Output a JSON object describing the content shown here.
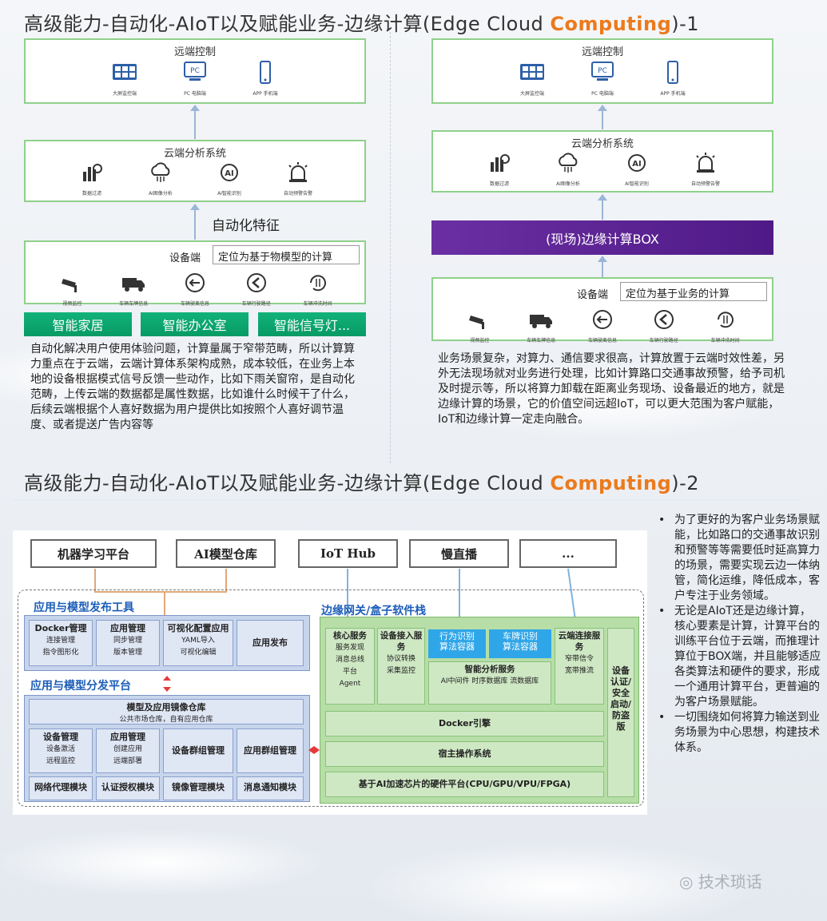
{
  "slide1": {
    "title_a": "高级能力-自动化-AIoT以及赋能业务-边缘计算(Edge Cloud ",
    "title_em": "Computing",
    "title_b": ")-1",
    "left": {
      "remote_title": "远端控制",
      "remote_icons": [
        {
          "icon": "monitor-wall-icon",
          "label": "大屏监控端"
        },
        {
          "icon": "pc-icon",
          "label": "PC 电脑端"
        },
        {
          "icon": "phone-icon",
          "label": "APP 手机端"
        }
      ],
      "cloud_title": "云端分析系统",
      "cloud_icons": [
        {
          "icon": "data-filter-icon",
          "label": "数据过滤"
        },
        {
          "icon": "ai-cloud-icon",
          "label": "AI图像分析"
        },
        {
          "icon": "ai-recognition-icon",
          "label": "AI智能识别"
        },
        {
          "icon": "alarm-icon",
          "label": "自动预警告警"
        }
      ],
      "feature_label": "自动化特征",
      "device_title": "设备端",
      "device_box": "定位为基于物模型的计算",
      "device_icons": [
        {
          "icon": "camera-icon",
          "label": "视频监控"
        },
        {
          "icon": "truck-icon",
          "label": "车辆车牌信息"
        },
        {
          "icon": "speed-icon",
          "label": "车辆驶离信息"
        },
        {
          "icon": "route-icon",
          "label": "车辆行驶路径"
        },
        {
          "icon": "rush-icon",
          "label": "车辆冲洗时间"
        }
      ],
      "scenarios": [
        "智能家居",
        "智能办公室",
        "智能信号灯..."
      ],
      "paragraph": "自动化解决用户使用体验问题，计算量属于窄带范畴，所以计算算力重点在于云端，云端计算体系架构成熟，成本较低，在业务上本地的设备根据模式信号反馈一些动作，比如下雨关窗帘，是自动化范畴，上传云端的数据都是属性数据，比如谁什么时候干了什么，后续云端根据个人喜好数据为用户提供比如按照个人喜好调节温度、或者提送广告内容等"
    },
    "right": {
      "remote_title": "远端控制",
      "remote_icons": [
        {
          "icon": "monitor-wall-icon",
          "label": "大屏监控端"
        },
        {
          "icon": "pc-icon",
          "label": "PC 电脑端"
        },
        {
          "icon": "phone-icon",
          "label": "APP 手机端"
        }
      ],
      "cloud_title": "云端分析系统",
      "cloud_icons": [
        {
          "icon": "data-filter-icon",
          "label": "数据过滤"
        },
        {
          "icon": "ai-cloud-icon",
          "label": "AI图像分析"
        },
        {
          "icon": "ai-recognition-icon",
          "label": "AI智能识别"
        },
        {
          "icon": "alarm-icon",
          "label": "自动预警告警"
        }
      ],
      "edge_box": "(现场)边缘计算BOX",
      "device_title": "设备端",
      "device_box": "定位为基于业务的计算",
      "device_icons": [
        {
          "icon": "camera-icon",
          "label": "视频监控"
        },
        {
          "icon": "truck-icon",
          "label": "车辆车牌信息"
        },
        {
          "icon": "speed-icon",
          "label": "车辆驶离信息"
        },
        {
          "icon": "route-icon",
          "label": "车辆行驶路径"
        },
        {
          "icon": "rush-icon",
          "label": "车辆冲洗时间"
        }
      ],
      "paragraph": "业务场景复杂，对算力、通信要求很高，计算放置于云端时效性差，另外无法现场就对业务进行处理，比如计算路口交通事故预警，给予司机及时提示等，所以将算力卸载在距离业务现场、设备最近的地方，就是边缘计算的场景，它的价值空间远超IoT，可以更大范围为客户赋能，IoT和边缘计算一定走向融合。"
    }
  },
  "slide2": {
    "title_a": "高级能力-自动化-AIoT以及赋能业务-边缘计算(Edge Cloud ",
    "title_em": "Computing",
    "title_b": ")-2",
    "top_boxes": [
      "机器学习平台",
      "AI模型仓库",
      "IoT Hub",
      "慢直播",
      "..."
    ],
    "left_sec1": "应用与模型发布工具",
    "left_row1": [
      {
        "t": "Docker管理",
        "s": "连接管理\n指令图形化"
      },
      {
        "t": "应用管理",
        "s": "同步管理\n版本管理"
      },
      {
        "t": "可视化配置应用",
        "s": "YAML导入\n可视化编辑"
      },
      {
        "t": "应用发布",
        "s": ""
      }
    ],
    "left_sec2": "应用与模型分发平台",
    "repo_t": "模型及应用镜像仓库",
    "repo_s": "公共市场仓库，自有应用仓库",
    "left_row2": [
      {
        "t": "设备管理",
        "s": "设备激活\n远程监控"
      },
      {
        "t": "应用管理",
        "s": "创建应用\n远端部署"
      },
      {
        "t": "设备群组管理",
        "s": ""
      },
      {
        "t": "应用群组管理",
        "s": ""
      }
    ],
    "left_row3": [
      "网络代理模块",
      "认证授权模块",
      "镜像管理模块",
      "消息通知模块"
    ],
    "right_sec": "边缘网关/盒子软件栈",
    "core": {
      "t": "核心服务",
      "s": "服务发现\n消息总线\n平台\nAgent"
    },
    "access": {
      "t": "设备接入服务",
      "s": "协议转换\n采集监控"
    },
    "hl1": "行为识别\n算法容器",
    "hl2": "车牌识别\n算法容器",
    "analysis": {
      "t": "智能分析服务",
      "s": "AI中间件  时序数据库  流数据库"
    },
    "cloud_conn": {
      "t": "云端连接服务",
      "s": "窄带信令\n宽带推流"
    },
    "security": "设备认证/安全启动/防盗版",
    "docker": "Docker引擎",
    "os": "宿主操作系统",
    "hw": "基于AI加速芯片的硬件平台(CPU/GPU/VPU/FPGA)",
    "bullets": [
      "为了更好的为客户业务场景赋能，比如路口的交通事故识别和预警等等需要低时延高算力的场景，需要实现云边一体纳管，简化运维，降低成本，客户专注于业务领域。",
      "无论是AIoT还是边缘计算，核心要素是计算，计算平台的训练平台位于云端，而推理计算位于BOX端，并且能够适应各类算法和硬件的要求，形成一个通用计算平台，更普遍的为客户场景赋能。",
      "一切围绕如何将算力输送到业务场景为中心思想，构建技术体系。"
    ],
    "watermark": "技术琐话"
  },
  "colors": {
    "accent": "#ec7a1c",
    "green": "#0aa56d",
    "purple": "#5a2190",
    "blue_title": "#1c5db8",
    "highlight": "#2fa6e8"
  }
}
